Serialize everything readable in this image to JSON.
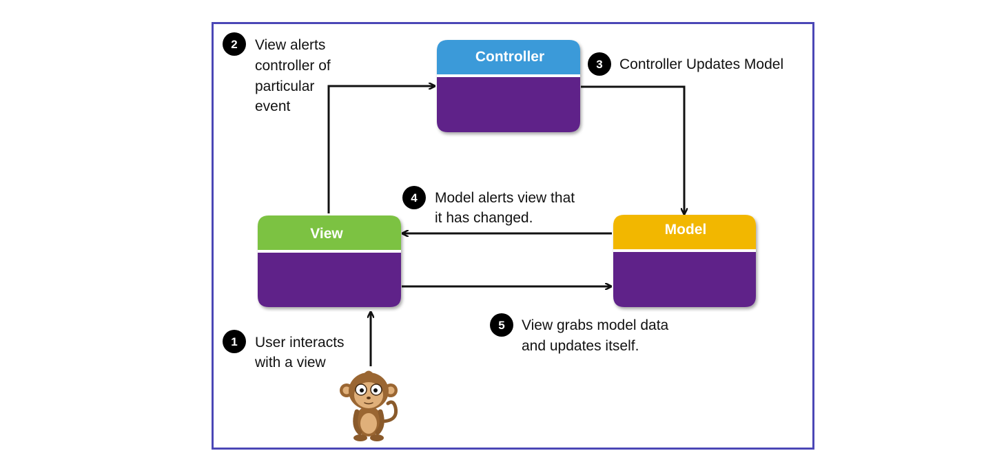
{
  "boxes": {
    "controller": {
      "title": "Controller",
      "header_color": "#3a9ad9",
      "body_color": "#5f2289"
    },
    "view": {
      "title": "View",
      "header_color": "#7cc242",
      "body_color": "#5f2289"
    },
    "model": {
      "title": "Model",
      "header_color": "#f2b705",
      "body_color": "#5f2289"
    }
  },
  "steps": [
    {
      "number": "1",
      "lines": [
        "User interacts",
        "with a view"
      ]
    },
    {
      "number": "2",
      "lines": [
        "View alerts",
        "controller of",
        "particular",
        "event"
      ]
    },
    {
      "number": "3",
      "lines": [
        "Controller Updates Model"
      ]
    },
    {
      "number": "4",
      "lines": [
        "Model alerts view that",
        "it has changed."
      ]
    },
    {
      "number": "5",
      "lines": [
        "View grabs model data",
        "and updates itself."
      ]
    }
  ],
  "actor": {
    "icon": "monkey-icon"
  },
  "colors": {
    "frame": "#4b47b6",
    "arrow": "#111111",
    "badge": "#000000"
  }
}
